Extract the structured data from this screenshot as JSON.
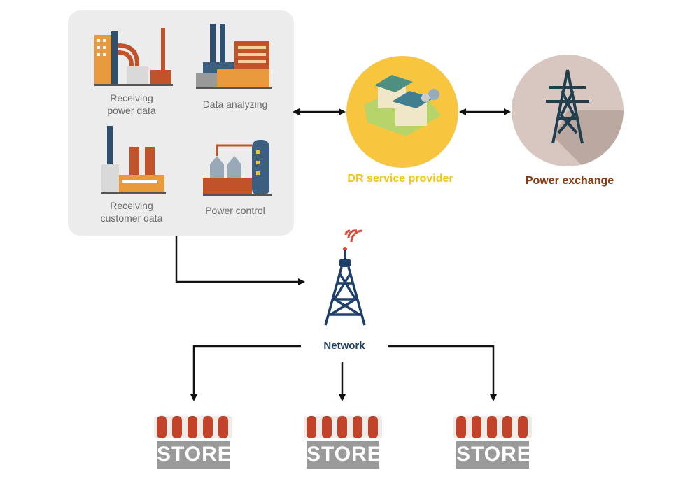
{
  "panel": {
    "items": [
      {
        "label": "Receiving\npower data",
        "icon": "factory-icon"
      },
      {
        "label": "Data analyzing",
        "icon": "factory-chimney-icon"
      },
      {
        "label": "Receiving\ncustomer data",
        "icon": "factory-icon"
      },
      {
        "label": "Power control",
        "icon": "power-plant-icon"
      }
    ]
  },
  "dr_provider": {
    "label": "DR service provider",
    "color": "#f5c518",
    "icon": "facility-icon"
  },
  "power_exchange": {
    "label": "Power exchange",
    "color": "#8b3a0f",
    "icon": "transmission-tower-icon"
  },
  "network": {
    "label": "Network",
    "color": "#1f3f6b",
    "icon": "cell-tower-icon"
  },
  "stores": [
    {
      "label": "STORE",
      "icon": "store-icon"
    },
    {
      "label": "STORE",
      "icon": "store-icon"
    },
    {
      "label": "STORE",
      "icon": "store-icon"
    }
  ]
}
